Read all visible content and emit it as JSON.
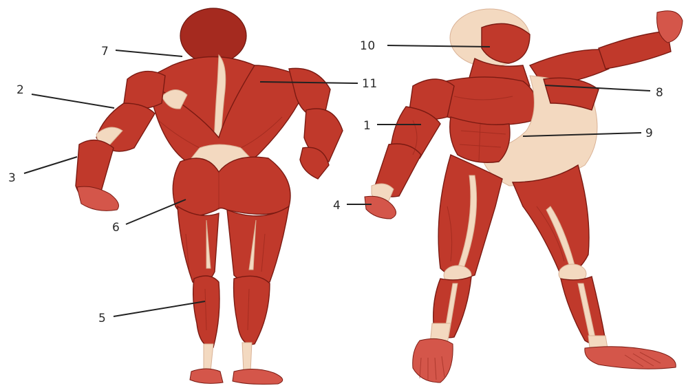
{
  "labels": {
    "l1": "1",
    "l2": "2",
    "l3": "3",
    "l4": "4",
    "l5": "5",
    "l6": "6",
    "l7": "7",
    "l8": "8",
    "l9": "9",
    "l10": "10",
    "l11": "11"
  },
  "colors": {
    "muscle": "#c0392b",
    "muscle_dark": "#a52a1f",
    "tendon": "#f3d9c0",
    "line": "#222222"
  }
}
